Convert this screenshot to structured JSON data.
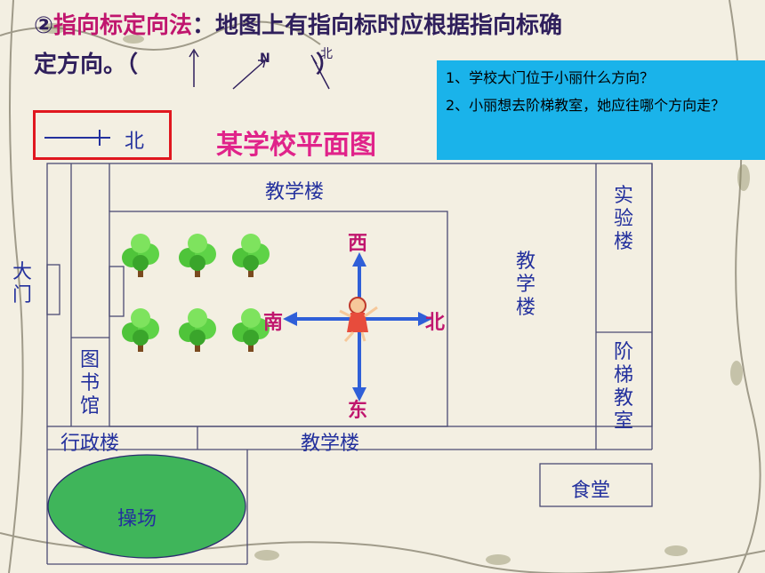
{
  "title": {
    "prefix": "②",
    "highlight": "指向标定向法",
    "rest_line1": "：地图上有指向标时应根据指向标确",
    "line2_start": "定方向。（",
    "line2_end": "）",
    "arrow_label_n": "N",
    "arrow_label_bei": "北"
  },
  "questions": {
    "q1": "1、学校大门位于小丽什么方向？",
    "q2": "2、小丽想去阶梯教室，她应往哪个方向走？"
  },
  "legend": {
    "north_label": "北"
  },
  "map_title": "某学校平面图",
  "buildings": {
    "top_teaching": "教学楼",
    "right_teaching": "教学楼",
    "bottom_teaching": "教学楼",
    "lab": "实验楼",
    "lecture_hall": "阶梯教室",
    "gate": "大门",
    "library": "图书馆",
    "admin": "行政楼",
    "playground": "操场",
    "canteen": "食堂"
  },
  "directions": {
    "west": "西",
    "east": "东",
    "south": "南",
    "north": "北"
  },
  "colors": {
    "title_dark": "#2f1f5c",
    "highlight": "#c0166e",
    "question_bg": "#1ab3ea",
    "legend_border": "#e0171f",
    "map_title": "#e0238a",
    "label_blue": "#23309d",
    "arrow_blue": "#2f5fd8",
    "playground_fill": "#3fb55a"
  }
}
